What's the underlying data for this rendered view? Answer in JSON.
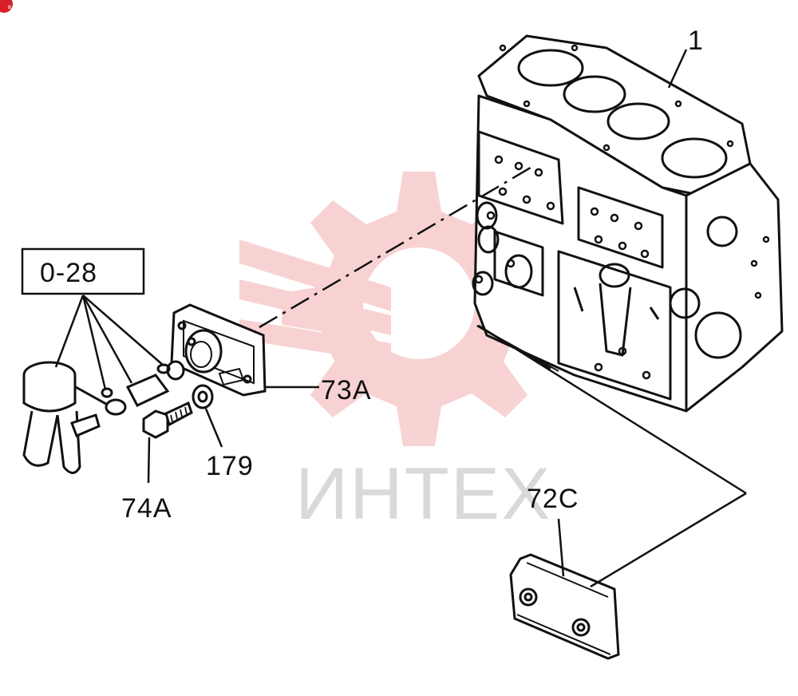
{
  "diagram": {
    "watermark_text": "ИНТЕХ",
    "badge_text": "a",
    "ref_box_label": "0-28",
    "callouts": {
      "block": "1",
      "cover_gasket": "73A",
      "washer": "179",
      "bolt": "74A",
      "side_cover": "72C"
    },
    "colors": {
      "line": "#111111",
      "watermark": "#f2b9b9",
      "watermark_text": "#d9d9d9",
      "badge": "#d8202a"
    }
  }
}
